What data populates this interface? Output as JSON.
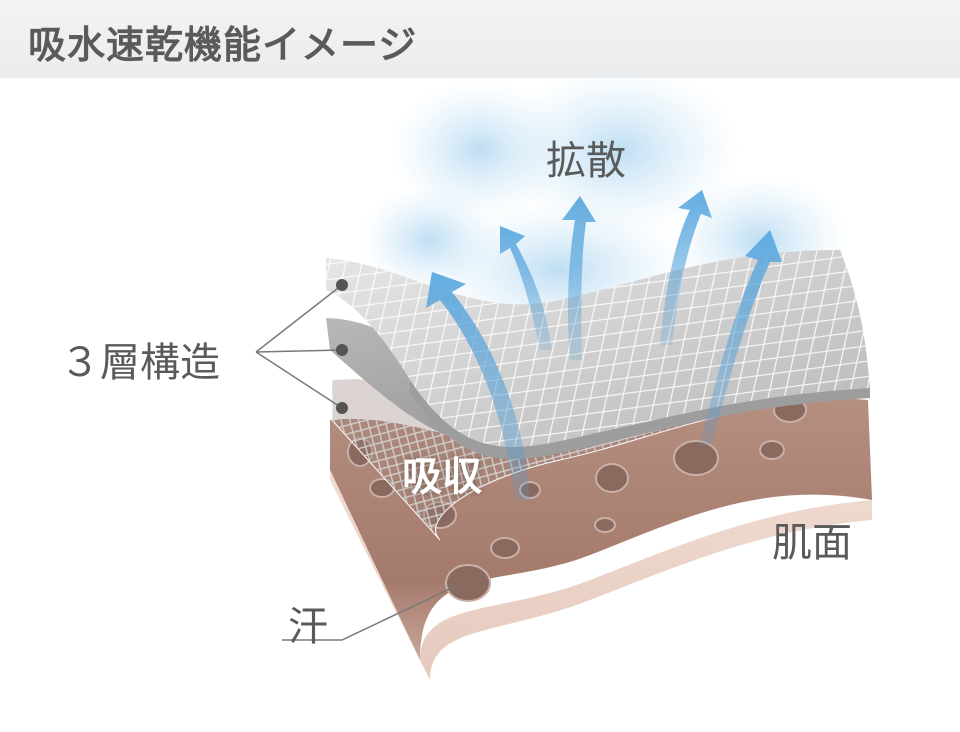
{
  "title": "吸水速乾機能イメージ",
  "labels": {
    "diffusion": "拡散",
    "three_layer": "３層構造",
    "absorption": "吸収",
    "skin": "肌面",
    "sweat": "汗"
  },
  "colors": {
    "title_bg": "#efefef",
    "text": "#5a5a5a",
    "skin": "#b08a7c",
    "arrow": "#6fb2e0",
    "mesh": "#d9d9d9"
  }
}
